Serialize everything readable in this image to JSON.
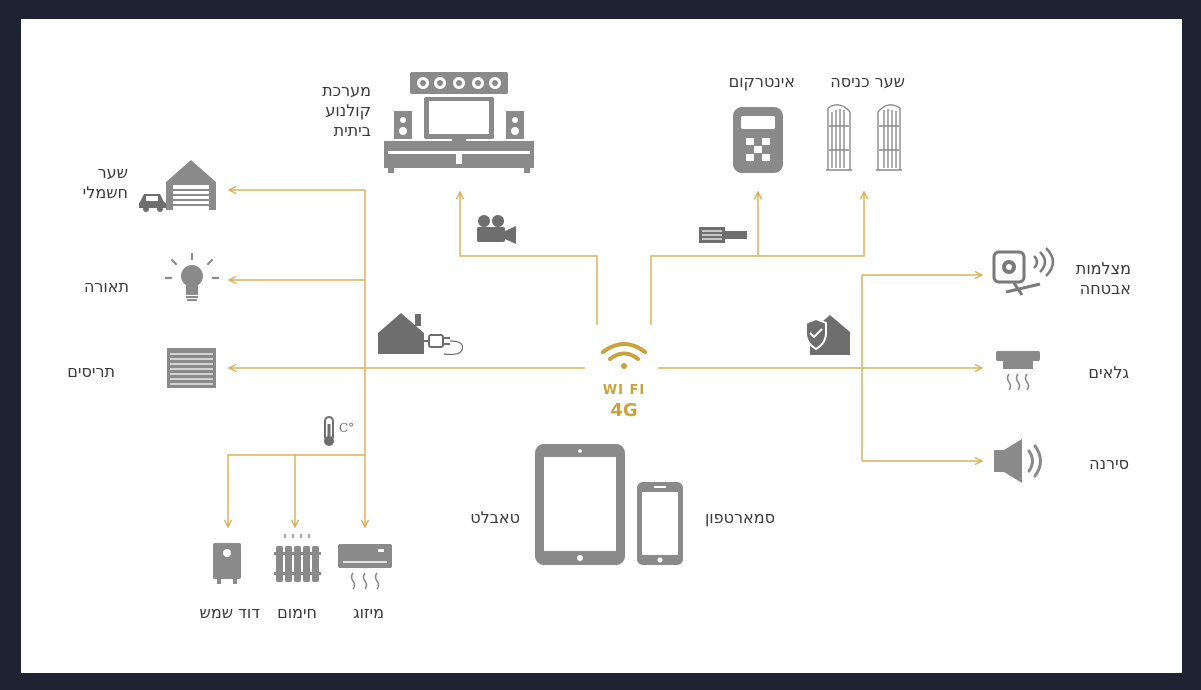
{
  "hub": {
    "line1": "WI FI",
    "line2": "4G"
  },
  "devices": {
    "home_theater": "מערכת\nקולנוע\nביתית",
    "electric_gate": "שער\nחשמלי",
    "lighting": "תאורה",
    "blinds": "תריסים",
    "intercom": "אינטרקום",
    "entrance_gate": "שער כניסה",
    "security_cameras": "מצלמות\nאבטחה",
    "detectors": "גלאים",
    "siren": "סירנה",
    "solar_boiler": "דוד שמש",
    "heating": "חימום",
    "air_conditioning": "מיזוג",
    "tablet": "טאבלט",
    "smartphone": "סמארטפון"
  },
  "temperature_unit": "C°",
  "colors": {
    "line": "#d9b35c",
    "accent": "#c9a23c",
    "icon": "#8a8a8a",
    "icon_dark": "#6e6e6e",
    "text": "#3a3a3a",
    "frame": "#1f2230"
  },
  "icons": [
    "home-theater-icon",
    "camera-icon",
    "plug-icon",
    "gate-icon",
    "intercom-icon",
    "garage-icon",
    "car-icon",
    "bulb-icon",
    "blinds-icon",
    "house-plug-icon",
    "wifi-icon",
    "shield-house-icon",
    "cctv-icon",
    "detector-icon",
    "siren-icon",
    "thermometer-icon",
    "boiler-icon",
    "radiator-icon",
    "ac-icon",
    "tablet-icon",
    "smartphone-icon"
  ]
}
